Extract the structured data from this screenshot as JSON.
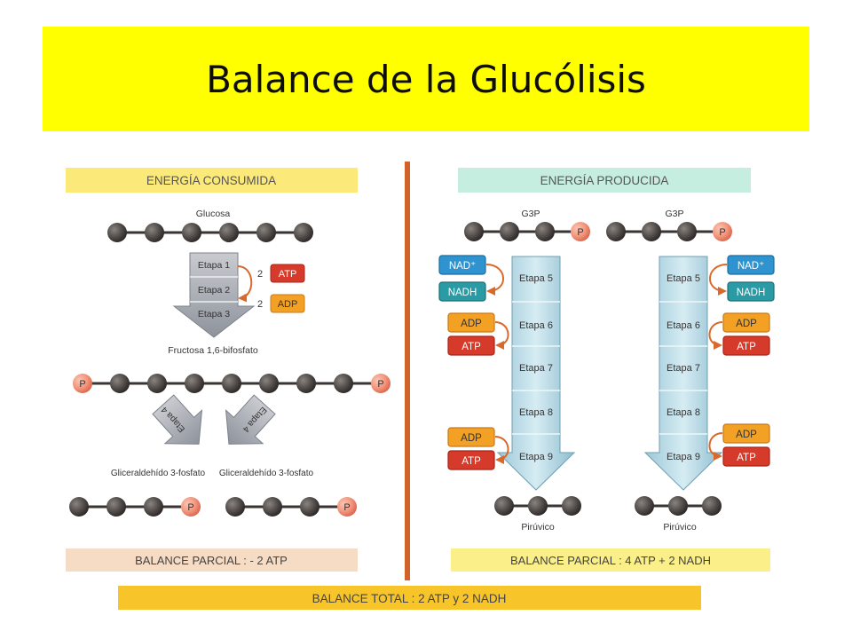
{
  "title": "Balance de la Glucólisis",
  "left": {
    "header": "ENERGÍA CONSUMIDA",
    "glucose_label": "Glucosa",
    "steps": [
      "Etapa 1",
      "Etapa 2",
      "Etapa 3"
    ],
    "atp_count": "2",
    "atp_label": "ATP",
    "adp_count": "2",
    "adp_label": "ADP",
    "fructose_label": "Fructosa 1,6-bifosfato",
    "split_step_left": "Etapa 4",
    "split_step_right": "Etapa 4",
    "g3p_left_label": "Gliceraldehído 3-fosfato",
    "g3p_right_label": "Gliceraldehído 3-fosfato",
    "phosphate": "P",
    "balance": "BALANCE PARCIAL : - 2 ATP"
  },
  "right": {
    "header": "ENERGÍA PRODUCIDA",
    "g3p": "G3P",
    "phosphate": "P",
    "steps": [
      "Etapa 5",
      "Etapa 6",
      "Etapa 7",
      "Etapa 8",
      "Etapa 9"
    ],
    "nad": "NAD⁺",
    "nadh": "NADH",
    "adp": "ADP",
    "atp": "ATP",
    "product": "Pirúvico",
    "balance": "BALANCE PARCIAL : 4 ATP + 2 NADH"
  },
  "total": "BALANCE TOTAL : 2 ATP y 2 NADH",
  "colors": {
    "title_bg": "#ffff00",
    "consumed_header": "#fbe97a",
    "produced_header": "#c5ede0",
    "partial_balance": "#f7dcc5",
    "partial_balance_right": "#fbef8a",
    "total_balance": "#f7c52a",
    "divider": "#d0622a",
    "atp": "#d63a2a",
    "adp": "#f2a125",
    "nad": "#2f93cf",
    "nadh": "#2a9aa5",
    "phosphate": "#f2937a",
    "molecule": "#4f4a47"
  }
}
